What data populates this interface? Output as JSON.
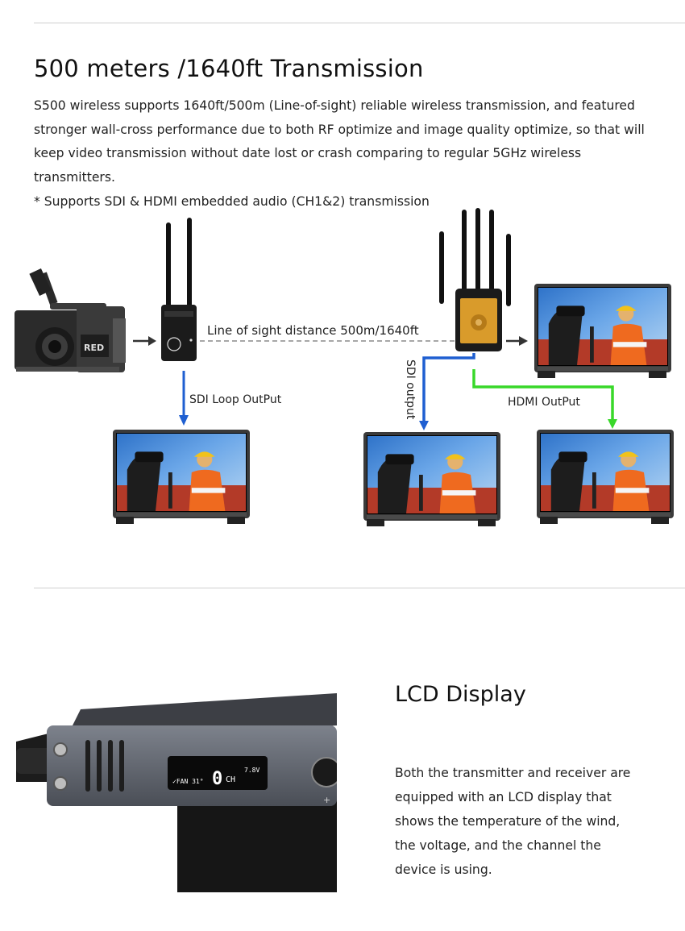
{
  "section1": {
    "title": "500 meters /1640ft Transmission",
    "paragraph": "S500 wireless supports 1640ft/500m (Line-of-sight) reliable wireless transmission, and featured stronger wall-cross performance due to both RF optimize and image quality optimize, so that will keep video transmission without date lost or crash comparing to regular 5GHz wireless transmitters.",
    "note": "* Supports SDI & HDMI embedded audio (CH1&2) transmission"
  },
  "diagram": {
    "distance_label": "Line of sight distance 500m/1640ft",
    "sdi_loop_label": "SDI Loop OutPut",
    "sdi_output_label": "SDI output",
    "hdmi_output_label": "HDMI OutPut",
    "camera_brand": "RED",
    "colors": {
      "sdi_arrow": "#1f5fd1",
      "hdmi_arrow": "#39d82a",
      "dashed_link": "#8a8a8a"
    }
  },
  "section2": {
    "title": "LCD Display",
    "paragraph": "Both the transmitter and receiver are equipped with an LCD display that shows the temperature of the wind, the voltage, and the channel the device is using.",
    "lcd_readout": {
      "fan": "✓FAN 31°",
      "channel_num": "0",
      "channel_unit": "CH",
      "voltage": "7.8V"
    }
  }
}
